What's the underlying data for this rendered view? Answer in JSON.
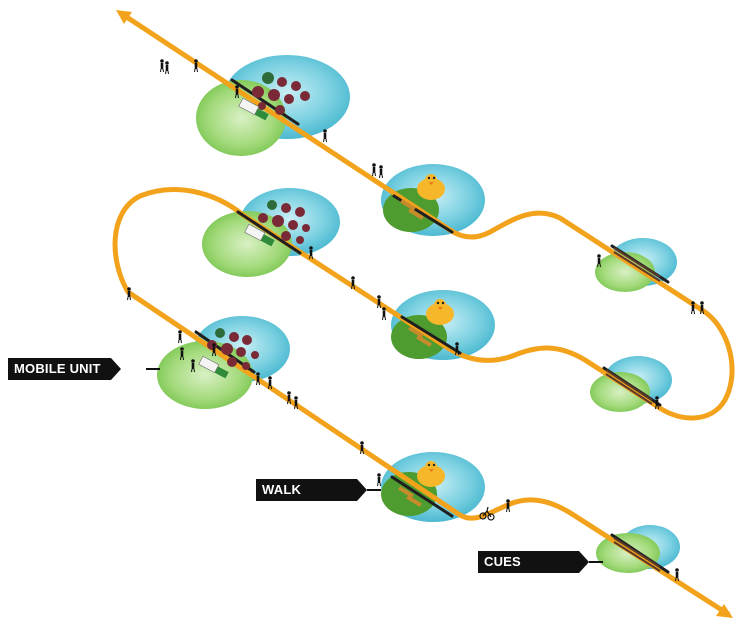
{
  "labels": {
    "mobile_unit": "MOBILE UNIT",
    "walk": "WALK",
    "cues": "CUES"
  },
  "colors": {
    "route": "#f2a31b",
    "water": "#5fc6d8",
    "grass": "#8bcf5a",
    "dark_path": "#1f1f1f",
    "label_bg": "#111111",
    "label_text": "#ffffff",
    "duck": "#f7b72a"
  },
  "icons": {
    "arrow_start": "arrow-head-icon",
    "arrow_end": "arrow-head-icon",
    "person": "person-icon",
    "cyclist": "cyclist-icon",
    "duck": "duck-icon",
    "truck": "truck-icon",
    "bench": "bench-icon"
  }
}
